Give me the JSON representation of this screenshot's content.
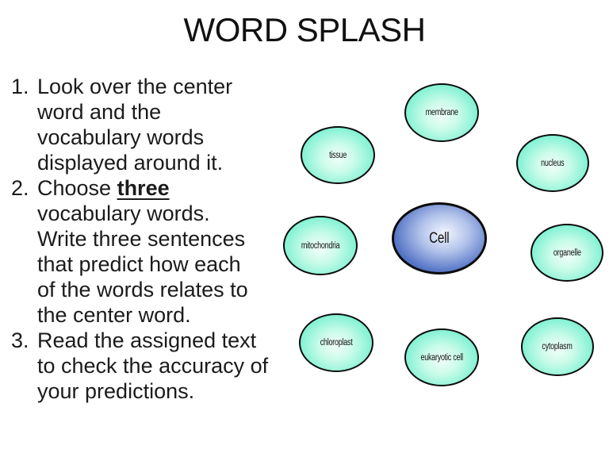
{
  "slide": {
    "title": "WORD SPLASH"
  },
  "instructions": {
    "items": [
      {
        "number": "1.",
        "first_line": {
          "text": "Look over the center"
        },
        "lines": [
          "word and the",
          "vocabulary words",
          "displayed around it."
        ]
      },
      {
        "number": "2.",
        "first_line": {
          "prefix": "Choose ",
          "emphasis": "three"
        },
        "lines": [
          "vocabulary words.",
          "Write three sentences",
          "that predict how each",
          "of the words relates to",
          "the center word."
        ]
      },
      {
        "number": "3.",
        "first_line": {
          "text": "Read the assigned text"
        },
        "lines": [
          "to check the accuracy of",
          "your predictions."
        ]
      }
    ]
  },
  "diagram": {
    "center": {
      "label": "Cell"
    },
    "words": [
      {
        "label": "membrane"
      },
      {
        "label": "tissue"
      },
      {
        "label": "nucleus"
      },
      {
        "label": "mitochondria"
      },
      {
        "label": "organelle"
      },
      {
        "label": "chloroplast"
      },
      {
        "label": "eukaryotic cell"
      },
      {
        "label": "cytoplasm"
      }
    ]
  },
  "colors": {
    "background": "#ffffff",
    "text": "#1a1a1a",
    "ellipse_border": "#0b0b0b",
    "vocab_fill_edge": "#5beec4",
    "vocab_fill_center": "#f2fffa",
    "center_fill_edge": "#203e97",
    "center_fill_center": "#f2f5fd"
  }
}
